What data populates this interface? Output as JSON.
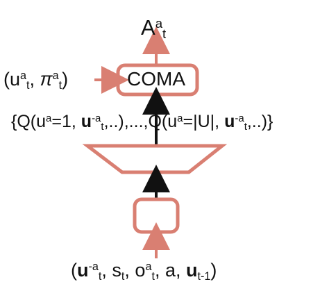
{
  "colors": {
    "box": "#d97f72",
    "arrow_pink": "#d97f72",
    "arrow_black": "#111111",
    "text": "#111111"
  },
  "labels": {
    "output": {
      "base": "A",
      "sup": "a",
      "sub": "t"
    },
    "coma": "COMA",
    "policy_input": {
      "open": "(u",
      "u_sup": "a",
      "u_sub": "t",
      "comma": ", ",
      "pi": "π",
      "pi_sup": "a",
      "pi_sub": "t",
      "close": ")"
    },
    "q_values": {
      "open1": "{Q(u",
      "sup1": "a",
      "eq1": "=1, ",
      "bold1": "u",
      "sup2": "-a",
      "sub2": "t",
      "tail1": ",..),..",
      "sep": ".,",
      "open2": "Q(u",
      "sup3": "a",
      "eq2": "=|U|, ",
      "bold2": "u",
      "sup4": "-a",
      "sub4": "t",
      "tail2": ",..)}"
    },
    "critic_input": {
      "open": "(",
      "bold1": "u",
      "sup1": "-a",
      "sub1": "t",
      "part2": ", s",
      "sub2": "t",
      "part3": ", o",
      "sup3": "a",
      "sub3": "t",
      "part4": ", a, ",
      "bold4": "u",
      "sub4": "t-1",
      "close": ")"
    }
  }
}
